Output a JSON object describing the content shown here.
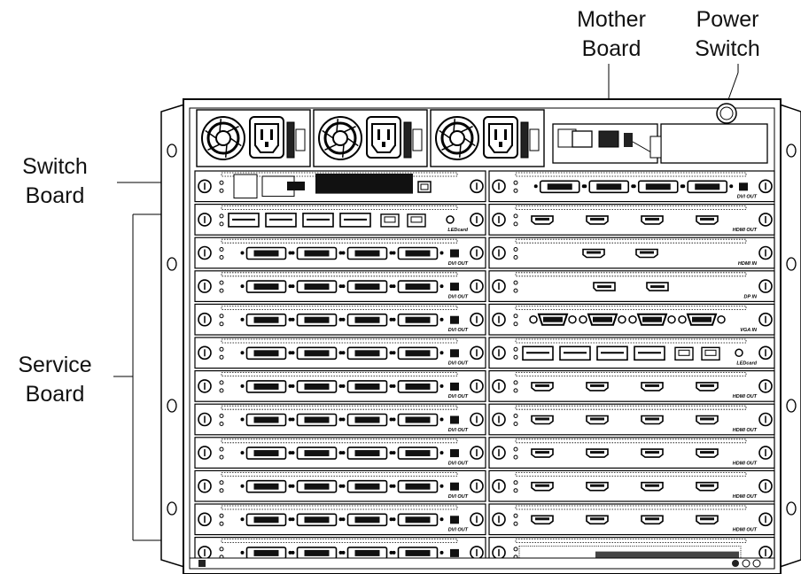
{
  "callouts": {
    "mother_board": "Mother\nBoard",
    "power_switch": "Power\nSwitch",
    "switch_board": "Switch\nBoard",
    "service_board": "Service\nBoard"
  },
  "slot_labels": {
    "dvi_out": "DVI OUT",
    "hdmi_out": "HDMI OUT",
    "hdmi_in": "HDMI IN",
    "dp_in": "DP IN",
    "vga_in": "VGA IN",
    "ledcard": "LEDcard"
  },
  "chassis": {
    "power_supply_units": 3,
    "left_slots": [
      "switch",
      "ledcard",
      "dvi_out",
      "dvi_out",
      "dvi_out",
      "dvi_out",
      "dvi_out",
      "dvi_out",
      "dvi_out",
      "dvi_out",
      "dvi_out",
      "dvi_out"
    ],
    "right_slots": [
      "dvi_out",
      "hdmi_out",
      "hdmi_in",
      "dp_in",
      "vga_in",
      "ledcard",
      "hdmi_out",
      "hdmi_out",
      "hdmi_out",
      "hdmi_out",
      "hdmi_out",
      "blank"
    ]
  },
  "colors": {
    "line": "#000000",
    "fill": "#ffffff",
    "shade": "#1a1a1a"
  }
}
